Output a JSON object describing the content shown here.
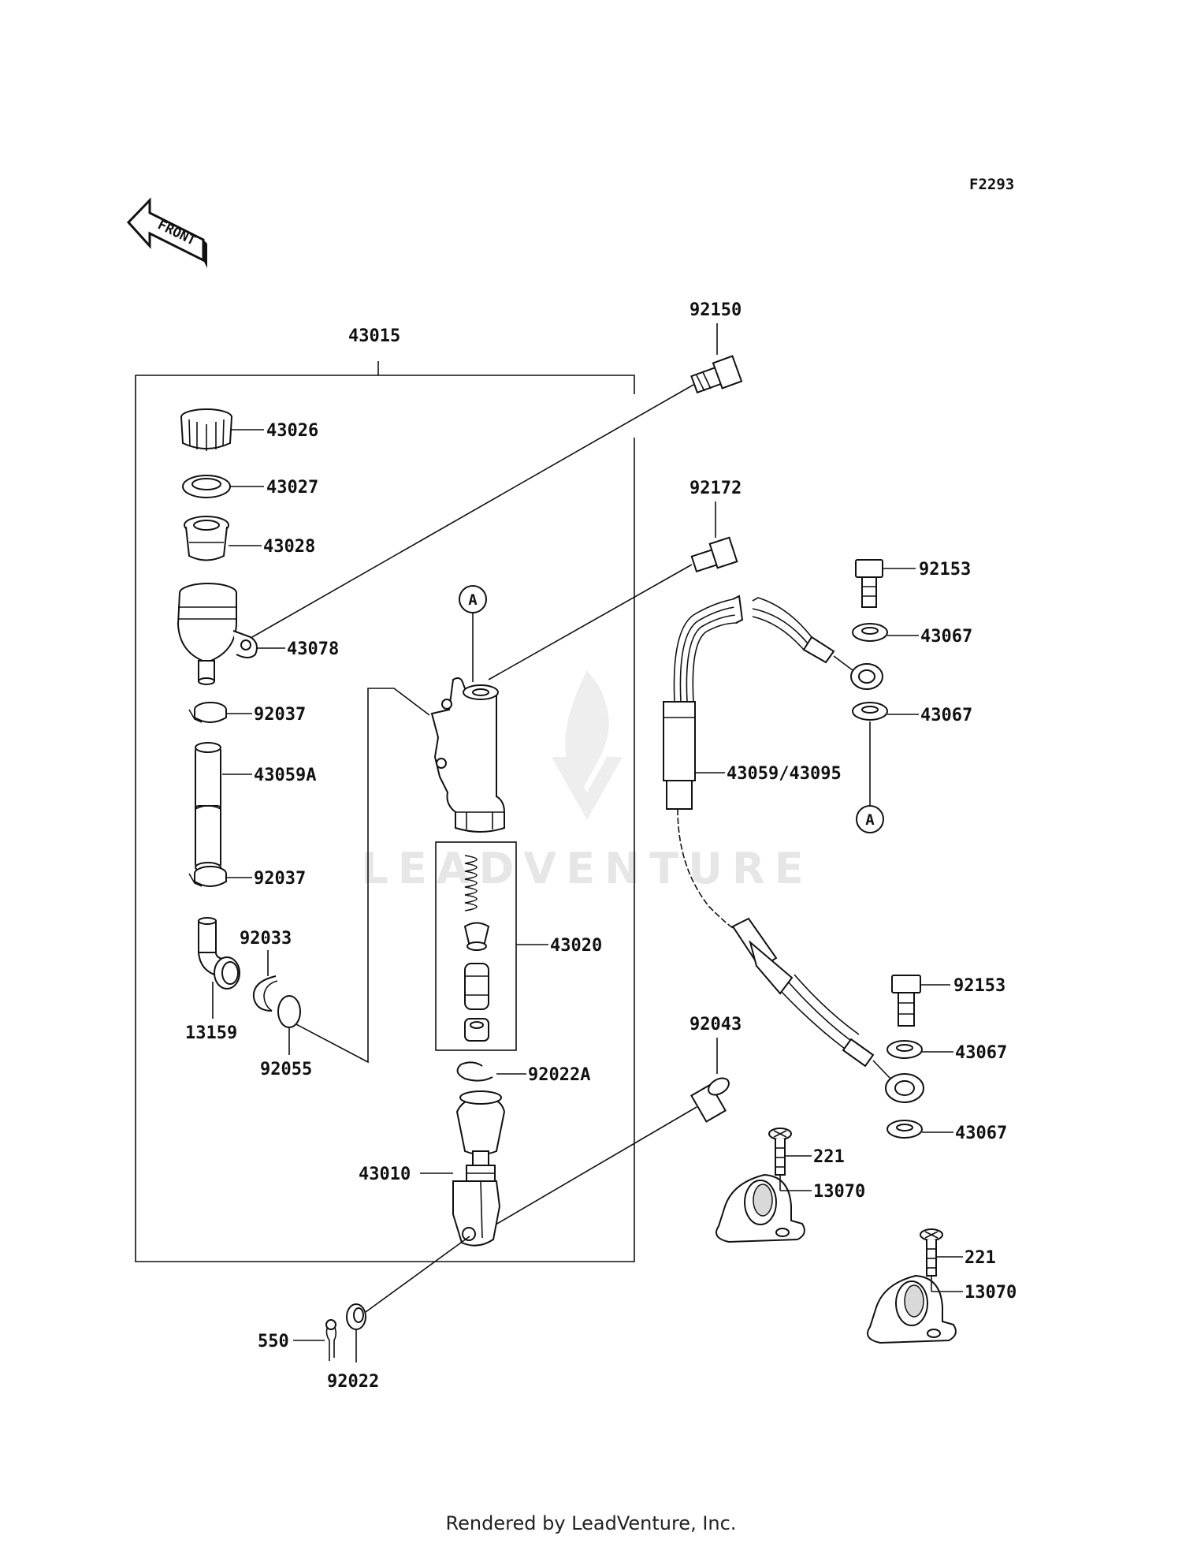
{
  "figure_code": "F2293",
  "front_label": "FRONT",
  "watermark": "LEADVENTURE",
  "footer": "Rendered by LeadVenture, Inc.",
  "ref_marker": "A",
  "parts": [
    {
      "id": "p43015",
      "label": "43015"
    },
    {
      "id": "p92150",
      "label": "92150"
    },
    {
      "id": "p43026",
      "label": "43026"
    },
    {
      "id": "p43027",
      "label": "43027"
    },
    {
      "id": "p43028",
      "label": "43028"
    },
    {
      "id": "p92172",
      "label": "92172"
    },
    {
      "id": "p92153a",
      "label": "92153"
    },
    {
      "id": "p43067a",
      "label": "43067"
    },
    {
      "id": "p43078",
      "label": "43078"
    },
    {
      "id": "p43067b",
      "label": "43067"
    },
    {
      "id": "p92037a",
      "label": "92037"
    },
    {
      "id": "p43059a",
      "label": "43059A"
    },
    {
      "id": "p43059",
      "label": "43059/43095"
    },
    {
      "id": "p92037b",
      "label": "92037"
    },
    {
      "id": "p92033",
      "label": "92033"
    },
    {
      "id": "p43020",
      "label": "43020"
    },
    {
      "id": "p92153b",
      "label": "92153"
    },
    {
      "id": "p13159",
      "label": "13159"
    },
    {
      "id": "p92055",
      "label": "92055"
    },
    {
      "id": "p92043",
      "label": "92043"
    },
    {
      "id": "p43067c",
      "label": "43067"
    },
    {
      "id": "p92022a",
      "label": "92022A"
    },
    {
      "id": "p43067d",
      "label": "43067"
    },
    {
      "id": "p221a",
      "label": "221"
    },
    {
      "id": "p43010",
      "label": "43010"
    },
    {
      "id": "p13070a",
      "label": "13070"
    },
    {
      "id": "p221b",
      "label": "221"
    },
    {
      "id": "p13070b",
      "label": "13070"
    },
    {
      "id": "p550",
      "label": "550"
    },
    {
      "id": "p92022",
      "label": "92022"
    }
  ]
}
